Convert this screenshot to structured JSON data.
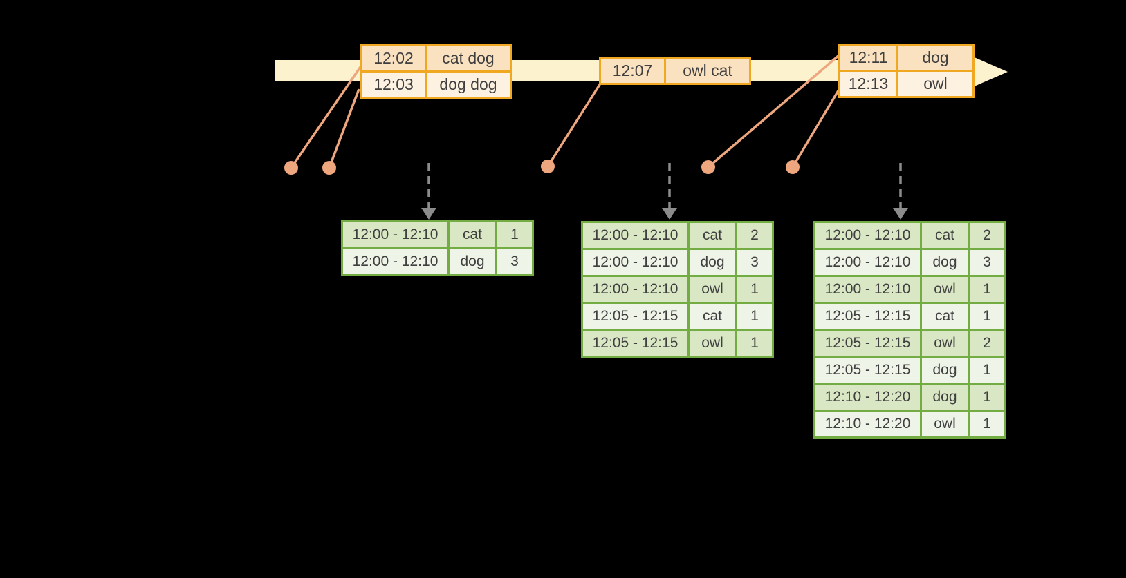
{
  "diagram": {
    "description": "windowed-grouped-aggregation-streaming-diagram",
    "colors": {
      "background": "#000000",
      "timeline_band": "#fcf2ce",
      "event_table_border": "#f0a822",
      "event_row_fill_dark": "#fae2c1",
      "event_row_fill_light": "#fdf2e2",
      "event_dot": "#eda67e",
      "trigger_arrow": "#8c8c8c",
      "result_table_border": "#74ac44",
      "result_row_fill_dark": "#d9e7c5",
      "result_row_fill_light": "#eff4e8",
      "text": "#3f3f3f"
    },
    "event_tables": [
      {
        "rows": [
          [
            "12:02",
            "cat dog"
          ],
          [
            "12:03",
            "dog dog"
          ]
        ]
      },
      {
        "rows": [
          [
            "12:07",
            "owl cat"
          ]
        ]
      },
      {
        "rows": [
          [
            "12:11",
            "dog"
          ],
          [
            "12:13",
            "owl"
          ]
        ]
      }
    ],
    "result_tables": [
      {
        "rows": [
          [
            "12:00 - 12:10",
            "cat",
            "1"
          ],
          [
            "12:00 - 12:10",
            "dog",
            "3"
          ]
        ]
      },
      {
        "rows": [
          [
            "12:00 - 12:10",
            "cat",
            "2"
          ],
          [
            "12:00 - 12:10",
            "dog",
            "3"
          ],
          [
            "12:00 - 12:10",
            "owl",
            "1"
          ],
          [
            "12:05 - 12:15",
            "cat",
            "1"
          ],
          [
            "12:05 - 12:15",
            "owl",
            "1"
          ]
        ]
      },
      {
        "rows": [
          [
            "12:00 - 12:10",
            "cat",
            "2"
          ],
          [
            "12:00 - 12:10",
            "dog",
            "3"
          ],
          [
            "12:00 - 12:10",
            "owl",
            "1"
          ],
          [
            "12:05 - 12:15",
            "cat",
            "1"
          ],
          [
            "12:05 - 12:15",
            "owl",
            "2"
          ],
          [
            "12:05 - 12:15",
            "dog",
            "1"
          ],
          [
            "12:10 - 12:20",
            "dog",
            "1"
          ],
          [
            "12:10 - 12:20",
            "owl",
            "1"
          ]
        ]
      }
    ]
  }
}
